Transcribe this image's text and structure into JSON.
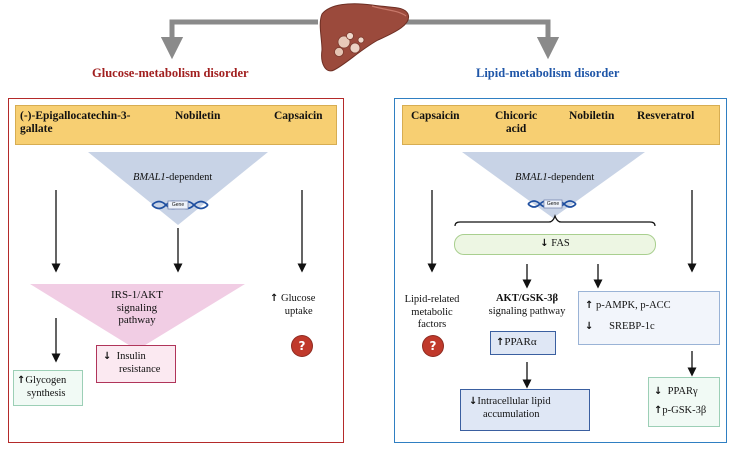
{
  "headers": {
    "glucose": "Glucose-metabolism disorder",
    "lipid": "Lipid-metabolism disorder"
  },
  "colors": {
    "glucose_header": "#a11f1f",
    "lipid_header": "#1f56a8",
    "left_border": "#b42a2a",
    "right_border": "#2f7fc2",
    "banner": "#f7cf72",
    "triangle_blue": "#c8d3e6",
    "triangle_pink": "#f1cde4",
    "liver": "#9b4a3c",
    "gray_arrow": "#8a8a8a"
  },
  "left": {
    "compounds": [
      "(-)-Epigallocatechin-3-gallate",
      "Nobiletin",
      "Capsaicin"
    ],
    "compound1_line1": "(-)-Epigallocatechin-3-",
    "compound1_line2": "gallate",
    "bmal1_gene": "BMAL1",
    "bmal1_suffix": "-dependent",
    "gene_label": "Gene",
    "pathway_line1": "IRS-1/AKT",
    "pathway_line2": "signaling",
    "pathway_line3": "pathway",
    "glucose_arrow": "up",
    "glucose_line1": "Glucose",
    "glucose_line2": "uptake",
    "question": "?",
    "insulin_arrow": "down",
    "insulin_line1": "Insulin",
    "insulin_line2": "resistance",
    "glycogen_arrow": "up",
    "glycogen_line1": "Glycogen",
    "glycogen_line2": "synthesis"
  },
  "right": {
    "compounds": [
      "Capsaicin",
      "Chicoric acid",
      "Nobiletin",
      "Resveratrol"
    ],
    "compound1": "Capsaicin",
    "compound2_line1": "Chicoric",
    "compound2_line2": "acid",
    "compound3": "Nobiletin",
    "compound4": "Resveratrol",
    "bmal1_gene": "BMAL1",
    "bmal1_suffix": "-dependent",
    "gene_label": "Gene",
    "fas_arrow": "down",
    "fas_label": "FAS",
    "lipid_factors_line1": "Lipid-related",
    "lipid_factors_line2": "metabolic",
    "lipid_factors_line3": "factors",
    "question": "?",
    "akt_line1": "AKT/GSK-3β",
    "akt_line2": "signaling pathway",
    "ppara_arrow": "up",
    "ppara_label": "PPARα",
    "ampk_arrow": "up",
    "ampk_label": "p-AMPK, p-ACC",
    "srebp_arrow": "down",
    "srebp_label": "SREBP-1c",
    "intracellular_arrow": "down",
    "intracellular_line1": "Intracellular lipid",
    "intracellular_line2": "accumulation",
    "pparg_arrow": "down",
    "pparg_label": "PPARγ",
    "pgsk_arrow": "up",
    "pgsk_label": "p-GSK-3β"
  }
}
